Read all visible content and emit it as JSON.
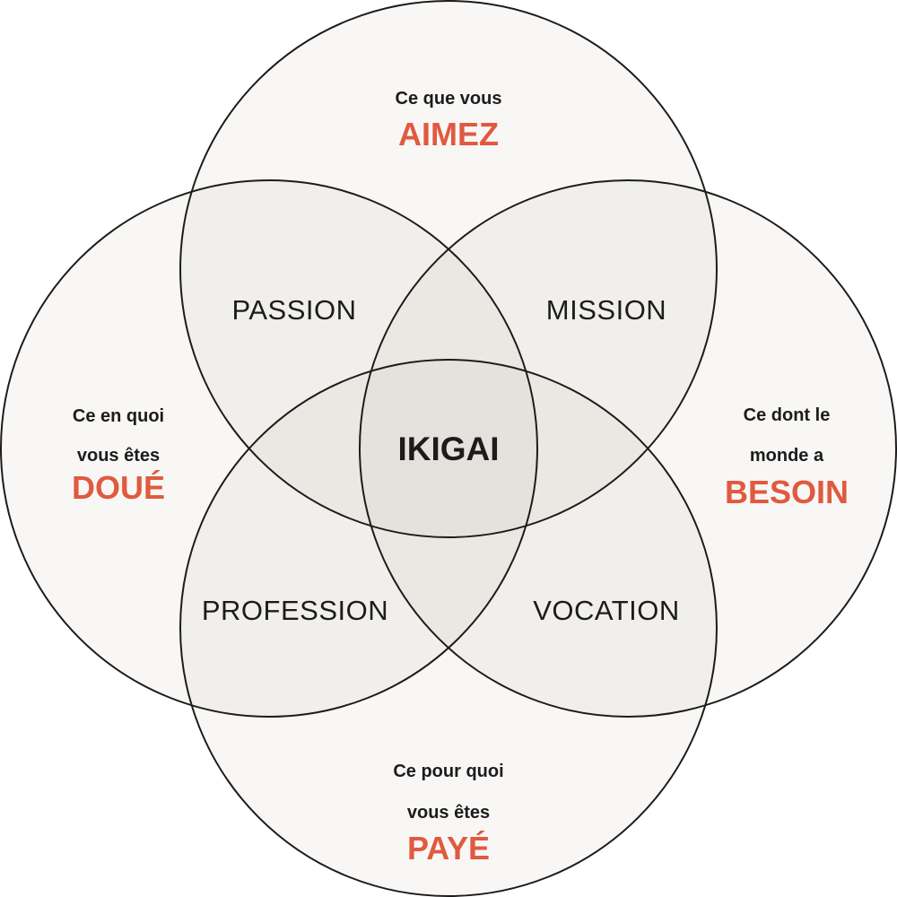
{
  "colors": {
    "accent": "#e05a3f",
    "circle_fill": "#f8f7f5",
    "overlap_two": "#f1efeb",
    "overlap_three": "#ebe8e3",
    "overlap_four": "#e5e2dd",
    "outline": "#1c1c1c"
  },
  "circles": {
    "top": {
      "line1": "Ce que vous",
      "line2": "",
      "keyword": "AIMEZ"
    },
    "left": {
      "line1": "Ce en quoi",
      "line2": "vous êtes",
      "keyword": "DOUÉ"
    },
    "right": {
      "line1": "Ce dont le",
      "line2": "monde a",
      "keyword": "BESOIN"
    },
    "bottom": {
      "line1": "Ce pour quoi",
      "line2": "vous êtes",
      "keyword": "PAYÉ"
    }
  },
  "overlaps": {
    "passion": "PASSION",
    "mission": "MISSION",
    "profession": "PROFESSION",
    "vocation": "VOCATION"
  },
  "center": "IKIGAI"
}
